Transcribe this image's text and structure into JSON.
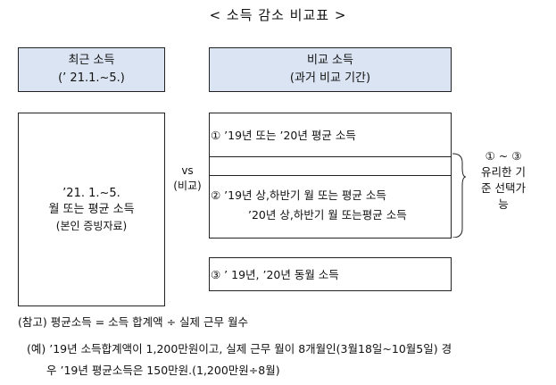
{
  "title": "< 소득 감소 비교표 >",
  "left_header": {
    "line1": "최근 소득",
    "line2": "(’ 21.1.~5.)"
  },
  "right_header": {
    "line1": "비교 소득",
    "line2": "(과거 비교 기간)"
  },
  "left_box": {
    "line1": "’21. 1.~5.",
    "line2": "월 또는 평균 소득",
    "line3": "(본인 증빙자료)"
  },
  "vs": {
    "line1": "vs",
    "line2": "(비교)"
  },
  "options": {
    "opt1": "① ’19년 또는 ’20년 평균 소득",
    "opt2_line1": "② ’19년 상,하반기 월 또는 평균 소득",
    "opt2_line2": "’20년 상,하반기 월 또는평균 소득",
    "opt3": "③ ’ 19년, ’20년 동월 소득"
  },
  "condition": {
    "line1": "① ~ ③",
    "line2": "유리한 기",
    "line3": "준 선택가",
    "line4": "능"
  },
  "notes": {
    "ref": "(참고) 평균소득 = 소득 합계액 ÷ 실제 근무 월수",
    "example_line1": "(예) ’19년 소득합계액이 1,200만원이고, 실제 근무 월이 8개월인(3월18일~10월5일) 경",
    "example_line2": "우 ’19년 평균소득은 150만원.(1,200만원÷8월)"
  }
}
